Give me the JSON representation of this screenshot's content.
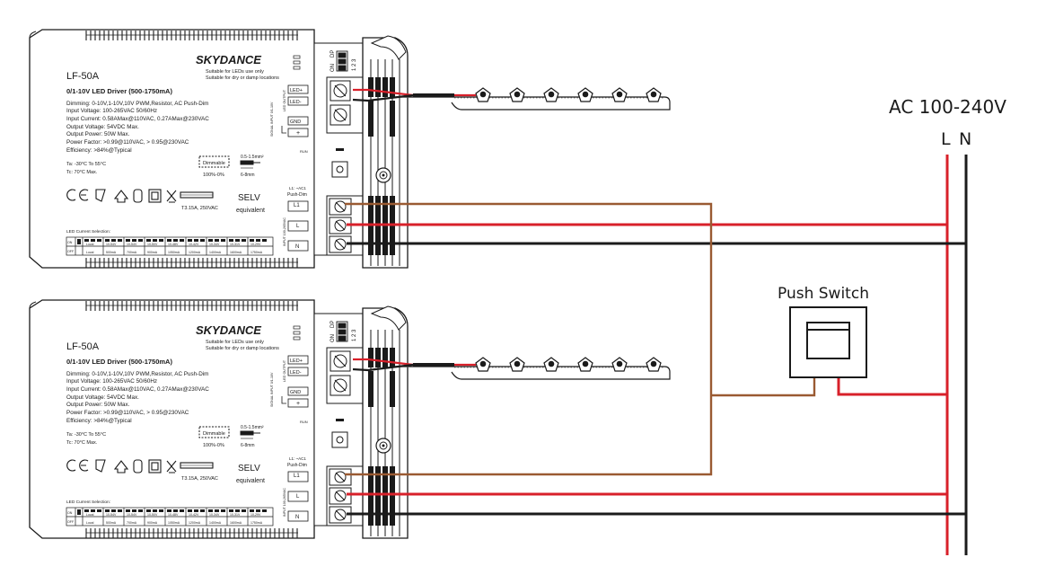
{
  "mains": {
    "label": "AC 100-240V",
    "l": "L",
    "n": "N"
  },
  "push_switch": {
    "label": "Push Switch"
  },
  "driver": {
    "model": "LF-50A",
    "brand": "SKYDANCE",
    "brand_note_1": "Suitable for LEDs use only",
    "brand_note_2": "Suitable for dry or damp locations",
    "title": "0/1-10V LED Driver (500-1750mA)",
    "specs": [
      "Dimming: 0-10V,1-10V,10V PWM,Resistor, AC Push-Dim",
      "Input Voltage: 100-265VAC 50/60Hz",
      "Input Current: 0.58AMax@110VAC, 0.27AMax@230VAC",
      "Output Voltage: 54VDC Max.",
      "Output Power: 50W Max.",
      "Power Factor: >0.99@110VAC, > 0.95@230VAC",
      "Efficiency: >84%@Typical"
    ],
    "ta": "Ta: -30°C To 55°C",
    "tc": "Tc: 70°C Max.",
    "dimmable": "Dimmable",
    "dim_range": "100%-0%",
    "wire_size": "0.5-1.5mm²",
    "strip_len": "6-8mm",
    "fuse": "T3.15A, 250VAC",
    "selv_1": "SELV",
    "selv_2": "equivalent",
    "current_sel": "LED Current Selection:",
    "cur_on": "ON",
    "cur_off": "OFF",
    "cur_row_1": [
      "Local",
      "10-54V",
      "10-54V",
      "10-50V",
      "10-48V",
      "10-42V",
      "10-34V",
      "10-31V",
      "10-29V"
    ],
    "cur_row_2": [
      "Local",
      "500mA",
      "700mA",
      "900mA",
      "1050mA",
      "1200mA",
      "1400mA",
      "1600mA",
      "1750mA"
    ],
    "led_plus": "LED+",
    "led_minus": "LED-",
    "led_output": "LED OUTPUT",
    "gnd": "GND",
    "plus": "+",
    "signal_input": "SIGNAL INPUT 0/1-10V",
    "run": "RUN",
    "l1_note_1": "L1: ~AC1",
    "l1_note_2": "Push-Dim",
    "l1": "L1",
    "l": "L",
    "n": "N",
    "input_label": "INPUT 100-265VAC",
    "dip_on": "ON",
    "dip_dp": "DP",
    "dip_nums": "1 2 3"
  },
  "colors": {
    "live": "#d8202a",
    "neutral": "#1b1b1b",
    "switched": "#9a5a32",
    "outline": "#1a1a1a"
  }
}
